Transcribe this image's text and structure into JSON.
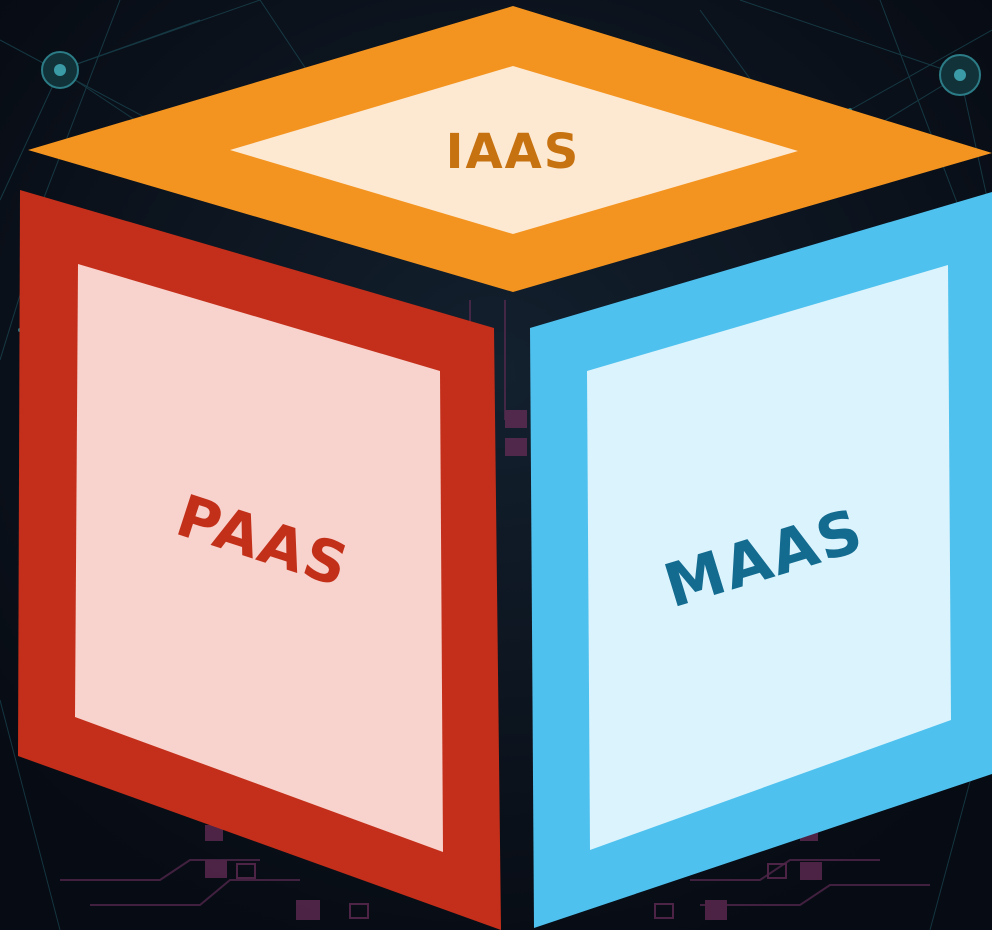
{
  "cube": {
    "top_face": {
      "label": "IAAS",
      "outer_color": "#f39420",
      "inner_color": "#fde8d2",
      "text_color": "#c77210"
    },
    "left_face": {
      "label": "PAAS",
      "outer_color": "#c32f1a",
      "inner_color": "#f8d2cc",
      "text_color": "#c2301a"
    },
    "right_face": {
      "label": "MAAS",
      "outer_color": "#4fc1ee",
      "inner_color": "#dbf3fc",
      "text_color": "#136b90"
    }
  },
  "background": {
    "base_color": "#0a0f1a",
    "network_color": "#1f5a66",
    "circuit_color": "#6b2e5a"
  }
}
